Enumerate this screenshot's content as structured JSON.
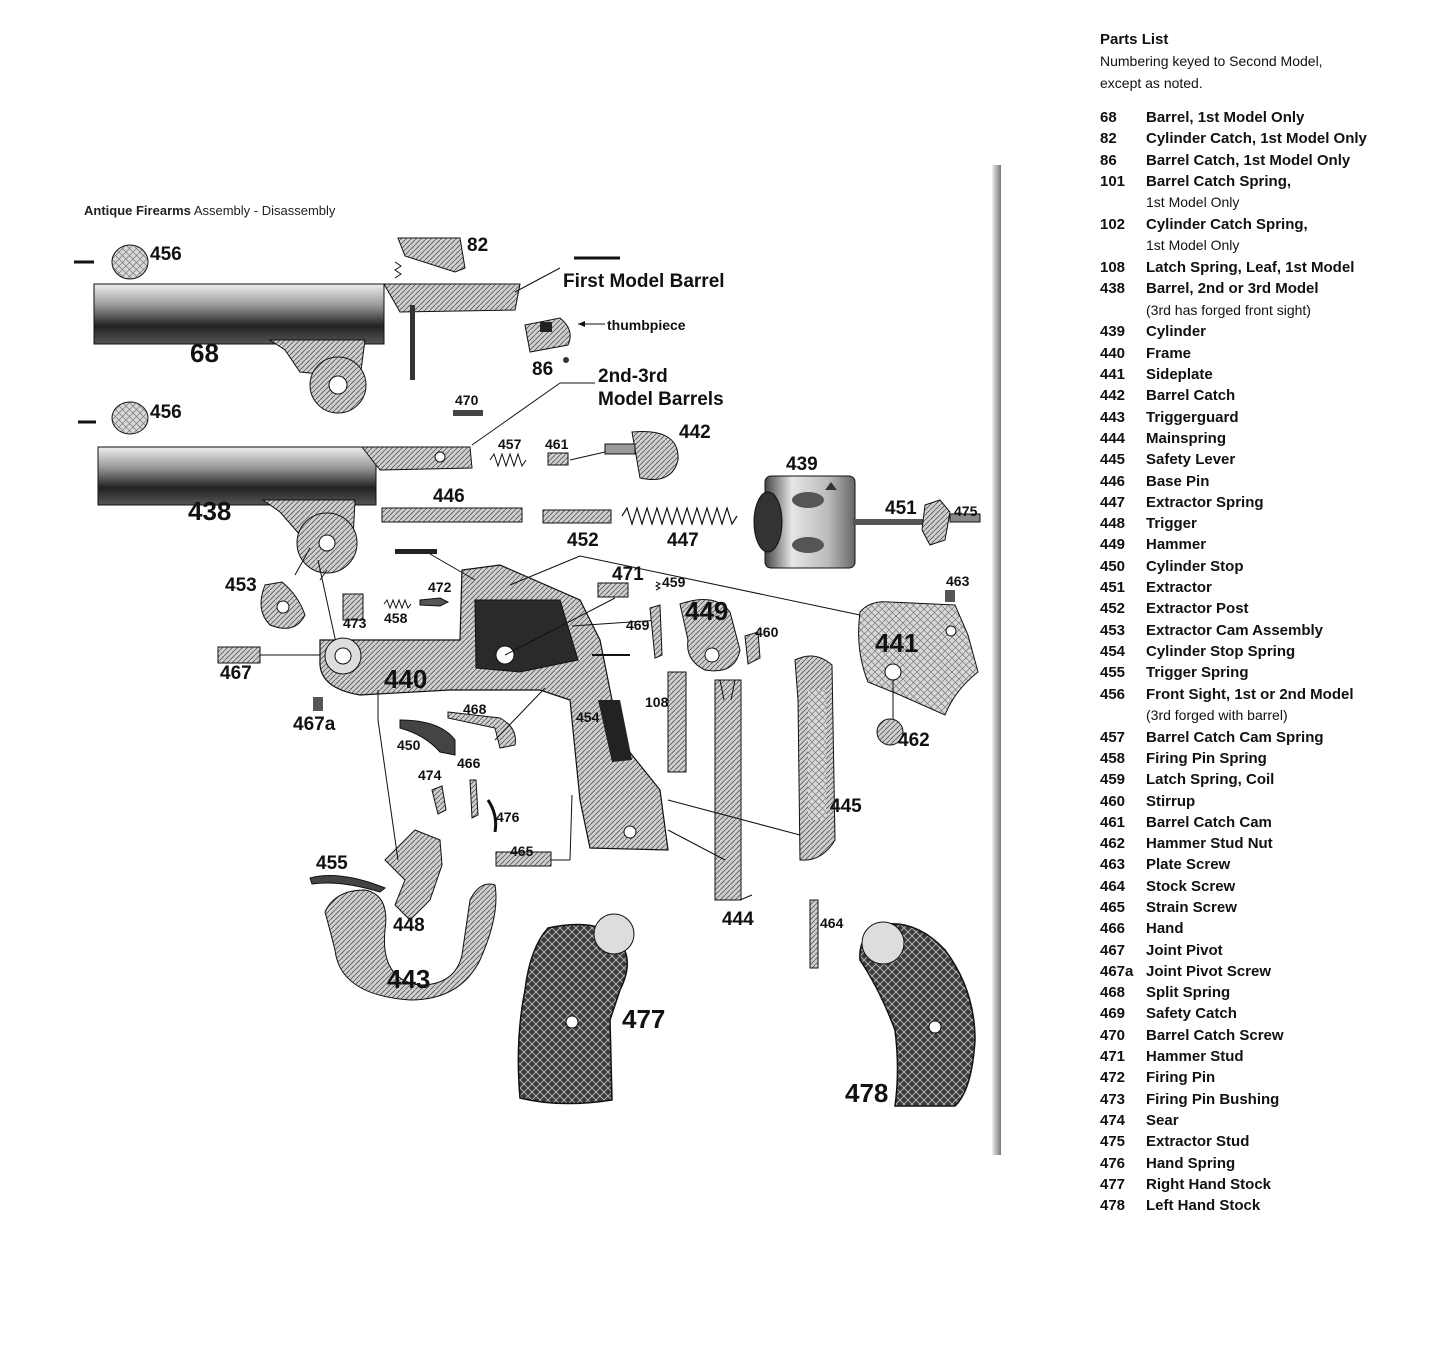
{
  "header": {
    "bold": "Antique Firearms",
    "rest": " Assembly - Disassembly"
  },
  "diagram": {
    "callouts": {
      "c456a": "456",
      "c82": "82",
      "first_model_barrel": "First Model Barrel",
      "thumbpiece": "thumbpiece",
      "c68": "68",
      "c86": "86",
      "second_third": "2nd-3rd",
      "model_barrels": "Model Barrels",
      "c456b": "456",
      "c470": "470",
      "c457": "457",
      "c461": "461",
      "c442": "442",
      "c438": "438",
      "c446": "446",
      "c439": "439",
      "c451": "451",
      "c475": "475",
      "c452": "452",
      "c447": "447",
      "c453": "453",
      "c471": "471",
      "c459": "459",
      "c472": "472",
      "c449": "449",
      "c463": "463",
      "c473": "473",
      "c458": "458",
      "c469": "469",
      "c460": "460",
      "c441": "441",
      "c467": "467",
      "c440": "440",
      "c468": "468",
      "c108": "108",
      "c467a": "467a",
      "c450": "450",
      "c454": "454",
      "c462": "462",
      "c474": "474",
      "c466": "466",
      "c476": "476",
      "c445": "445",
      "c465": "465",
      "c455": "455",
      "c448": "448",
      "c444": "444",
      "c464": "464",
      "c443": "443",
      "c477": "477",
      "c478": "478"
    }
  },
  "parts_list": {
    "title": "Parts List",
    "subtitle": "Numbering keyed to Second Model, except as noted.",
    "items": [
      {
        "num": "68",
        "name": "Barrel, 1st Model Only",
        "note": ""
      },
      {
        "num": "82",
        "name": "Cylinder Catch, 1st Model Only",
        "note": ""
      },
      {
        "num": "86",
        "name": "Barrel Catch, 1st Model Only",
        "note": ""
      },
      {
        "num": "101",
        "name": "Barrel Catch Spring,",
        "note": "1st Model Only"
      },
      {
        "num": "102",
        "name": "Cylinder Catch Spring,",
        "note": "1st Model Only"
      },
      {
        "num": "108",
        "name": "Latch Spring, Leaf, 1st Model",
        "note": ""
      },
      {
        "num": "438",
        "name": "Barrel, 2nd or 3rd Model",
        "note": "(3rd has forged front sight)"
      },
      {
        "num": "439",
        "name": "Cylinder",
        "note": ""
      },
      {
        "num": "440",
        "name": "Frame",
        "note": ""
      },
      {
        "num": "441",
        "name": "Sideplate",
        "note": ""
      },
      {
        "num": "442",
        "name": "Barrel Catch",
        "note": ""
      },
      {
        "num": "443",
        "name": "Triggerguard",
        "note": ""
      },
      {
        "num": "444",
        "name": "Mainspring",
        "note": ""
      },
      {
        "num": "445",
        "name": "Safety Lever",
        "note": ""
      },
      {
        "num": "446",
        "name": "Base Pin",
        "note": ""
      },
      {
        "num": "447",
        "name": "Extractor Spring",
        "note": ""
      },
      {
        "num": "448",
        "name": "Trigger",
        "note": ""
      },
      {
        "num": "449",
        "name": "Hammer",
        "note": ""
      },
      {
        "num": "450",
        "name": "Cylinder Stop",
        "note": ""
      },
      {
        "num": "451",
        "name": "Extractor",
        "note": ""
      },
      {
        "num": "452",
        "name": "Extractor Post",
        "note": ""
      },
      {
        "num": "453",
        "name": "Extractor Cam Assembly",
        "note": ""
      },
      {
        "num": "454",
        "name": "Cylinder Stop Spring",
        "note": ""
      },
      {
        "num": "455",
        "name": "Trigger Spring",
        "note": ""
      },
      {
        "num": "456",
        "name": "Front Sight, 1st or 2nd Model",
        "note": "(3rd forged with barrel)"
      },
      {
        "num": "457",
        "name": "Barrel Catch Cam Spring",
        "note": ""
      },
      {
        "num": "458",
        "name": "Firing Pin Spring",
        "note": ""
      },
      {
        "num": "459",
        "name": "Latch Spring, Coil",
        "note": ""
      },
      {
        "num": "460",
        "name": "Stirrup",
        "note": ""
      },
      {
        "num": "461",
        "name": "Barrel Catch Cam",
        "note": ""
      },
      {
        "num": "462",
        "name": "Hammer Stud Nut",
        "note": ""
      },
      {
        "num": "463",
        "name": "Plate Screw",
        "note": ""
      },
      {
        "num": "464",
        "name": "Stock Screw",
        "note": ""
      },
      {
        "num": "465",
        "name": "Strain Screw",
        "note": ""
      },
      {
        "num": "466",
        "name": "Hand",
        "note": ""
      },
      {
        "num": "467",
        "name": "Joint Pivot",
        "note": ""
      },
      {
        "num": "467a",
        "name": "Joint Pivot Screw",
        "note": ""
      },
      {
        "num": "468",
        "name": "Split Spring",
        "note": ""
      },
      {
        "num": "469",
        "name": "Safety Catch",
        "note": ""
      },
      {
        "num": "470",
        "name": "Barrel Catch Screw",
        "note": ""
      },
      {
        "num": "471",
        "name": "Hammer Stud",
        "note": ""
      },
      {
        "num": "472",
        "name": "Firing Pin",
        "note": ""
      },
      {
        "num": "473",
        "name": "Firing Pin Bushing",
        "note": ""
      },
      {
        "num": "474",
        "name": "Sear",
        "note": ""
      },
      {
        "num": "475",
        "name": "Extractor Stud",
        "note": ""
      },
      {
        "num": "476",
        "name": "Hand Spring",
        "note": ""
      },
      {
        "num": "477",
        "name": "Right Hand Stock",
        "note": ""
      },
      {
        "num": "478",
        "name": "Left Hand Stock",
        "note": ""
      }
    ]
  }
}
